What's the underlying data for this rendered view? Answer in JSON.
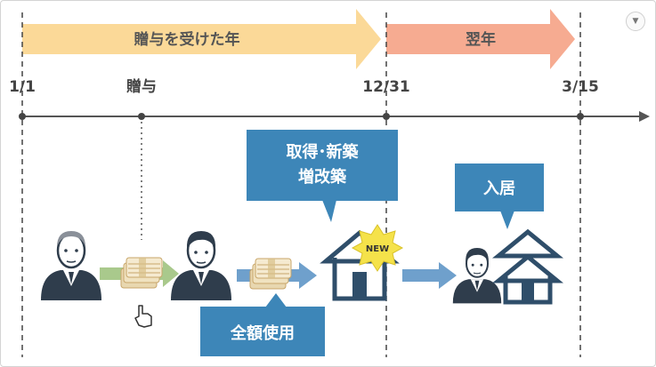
{
  "banners": {
    "gift_year": "贈与を受けた年",
    "next_year": "翌年"
  },
  "timeline": {
    "start": "1/1",
    "gift": "贈与",
    "year_end": "12/31",
    "deadline": "3/15"
  },
  "callouts": {
    "acquire_line1": "取得･新築",
    "acquire_line2": "増改築",
    "use_funds": "全額使用",
    "move_in": "入居",
    "new_badge": "NEW"
  },
  "icons": {
    "menu": "dropdown-triangle-icon",
    "giver": "elderly-man-icon",
    "receiver": "businessman-icon",
    "money": "cash-stack-icon",
    "house": "house-icon",
    "cursor": "hand-pointer-icon"
  },
  "colors": {
    "banner_yellow": "#fbd998",
    "banner_orange": "#f6ab91",
    "callout_blue": "#3d86b8",
    "arrow_blue": "#6fa0cc",
    "arrow_green": "#a9c98c",
    "house_navy": "#2f4e6a",
    "badge_yellow": "#f5e24a",
    "timeline_gray": "#555555"
  }
}
